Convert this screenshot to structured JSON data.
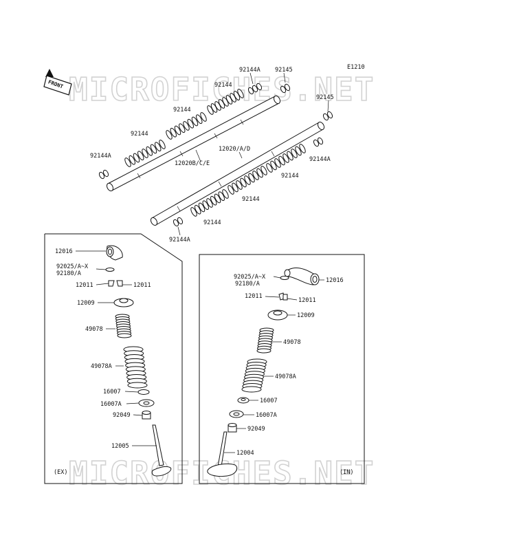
{
  "diagram_code": "E1210",
  "front_label": "FRONT",
  "watermark": "MICROFICHES.NET",
  "top_labels": {
    "l1": "92144A",
    "l2": "92145",
    "l3": "92144",
    "l4": "92145",
    "l5": "92144",
    "l6": "92144",
    "l7": "12020/A/D",
    "l8": "92144A",
    "l9": "12020B/C/E",
    "l10": "92144A",
    "l11": "92144",
    "l12": "92144",
    "l13": "92144",
    "l14": "92144A"
  },
  "ex_panel": {
    "tag": "(EX)",
    "labels": {
      "rocker": "12016",
      "shim1": "92025/A~X",
      "shim2": "92180/A",
      "keeper_l": "12011",
      "keeper_r": "12011",
      "retainer": "12009",
      "spring_in": "49078",
      "spring_out": "49078A",
      "seat": "16007",
      "seat_a": "16007A",
      "seal": "92049",
      "valve": "12005"
    }
  },
  "in_panel": {
    "tag": "(IN)",
    "labels": {
      "shim1": "92025/A~X",
      "shim2": "92180/A",
      "rocker": "12016",
      "keeper": "12011",
      "keeper_r": "12011",
      "retainer": "12009",
      "spring_in": "49078",
      "spring_out": "49078A",
      "seat": "16007",
      "seat_a": "16007A",
      "seal": "92049",
      "valve": "12004"
    }
  }
}
